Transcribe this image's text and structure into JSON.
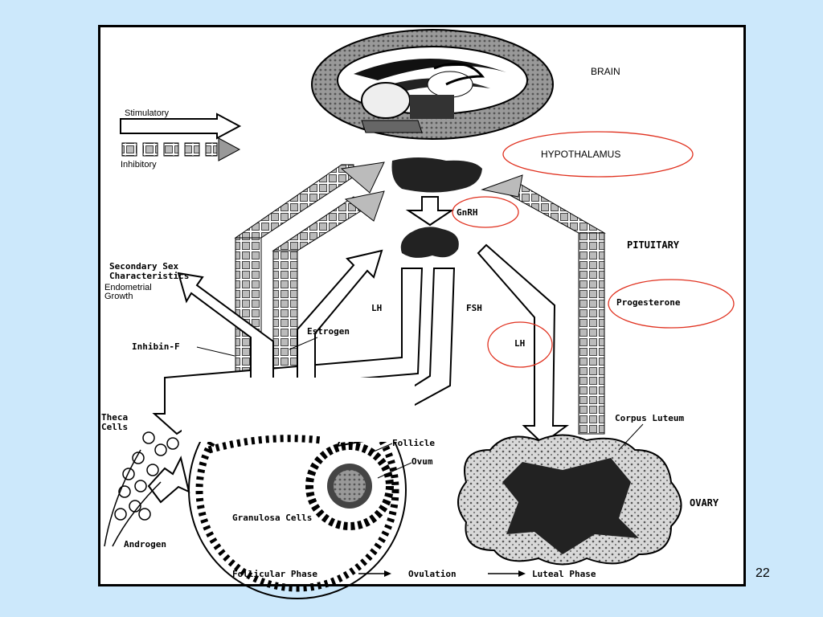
{
  "slide_number": "22",
  "legend": {
    "stimulatory": "Stimulatory",
    "inhibitory": "Inhibitory"
  },
  "labels": {
    "brain": "BRAIN",
    "hypothalamus": "HYPOTHALAMUS",
    "gnrh": "GnRH",
    "pituitary": "PITUITARY",
    "secondary_sex_1": "Secondary Sex",
    "secondary_sex_2": "Characteristics",
    "endometrial_1": "Endometrial",
    "endometrial_2": "Growth",
    "lh_left": "LH",
    "fsh": "FSH",
    "lh_right": "LH",
    "progesterone": "Progesterone",
    "estrogen": "Estrogen",
    "inhibin": "Inhibin-F",
    "theca_1": "Theca",
    "theca_2": "Cells",
    "corpus_luteum": "Corpus Luteum",
    "follicle": "Follicle",
    "ovum": "Ovum",
    "granulosa": "Granulosa Cells",
    "androgen": "Androgen",
    "ovary": "OVARY"
  },
  "phases": {
    "follicular": "Follicular Phase",
    "ovulation": "Ovulation",
    "luteal": "Luteal Phase"
  },
  "colors": {
    "background": "#cce8fb",
    "highlight_ellipse": "#e0301e"
  }
}
